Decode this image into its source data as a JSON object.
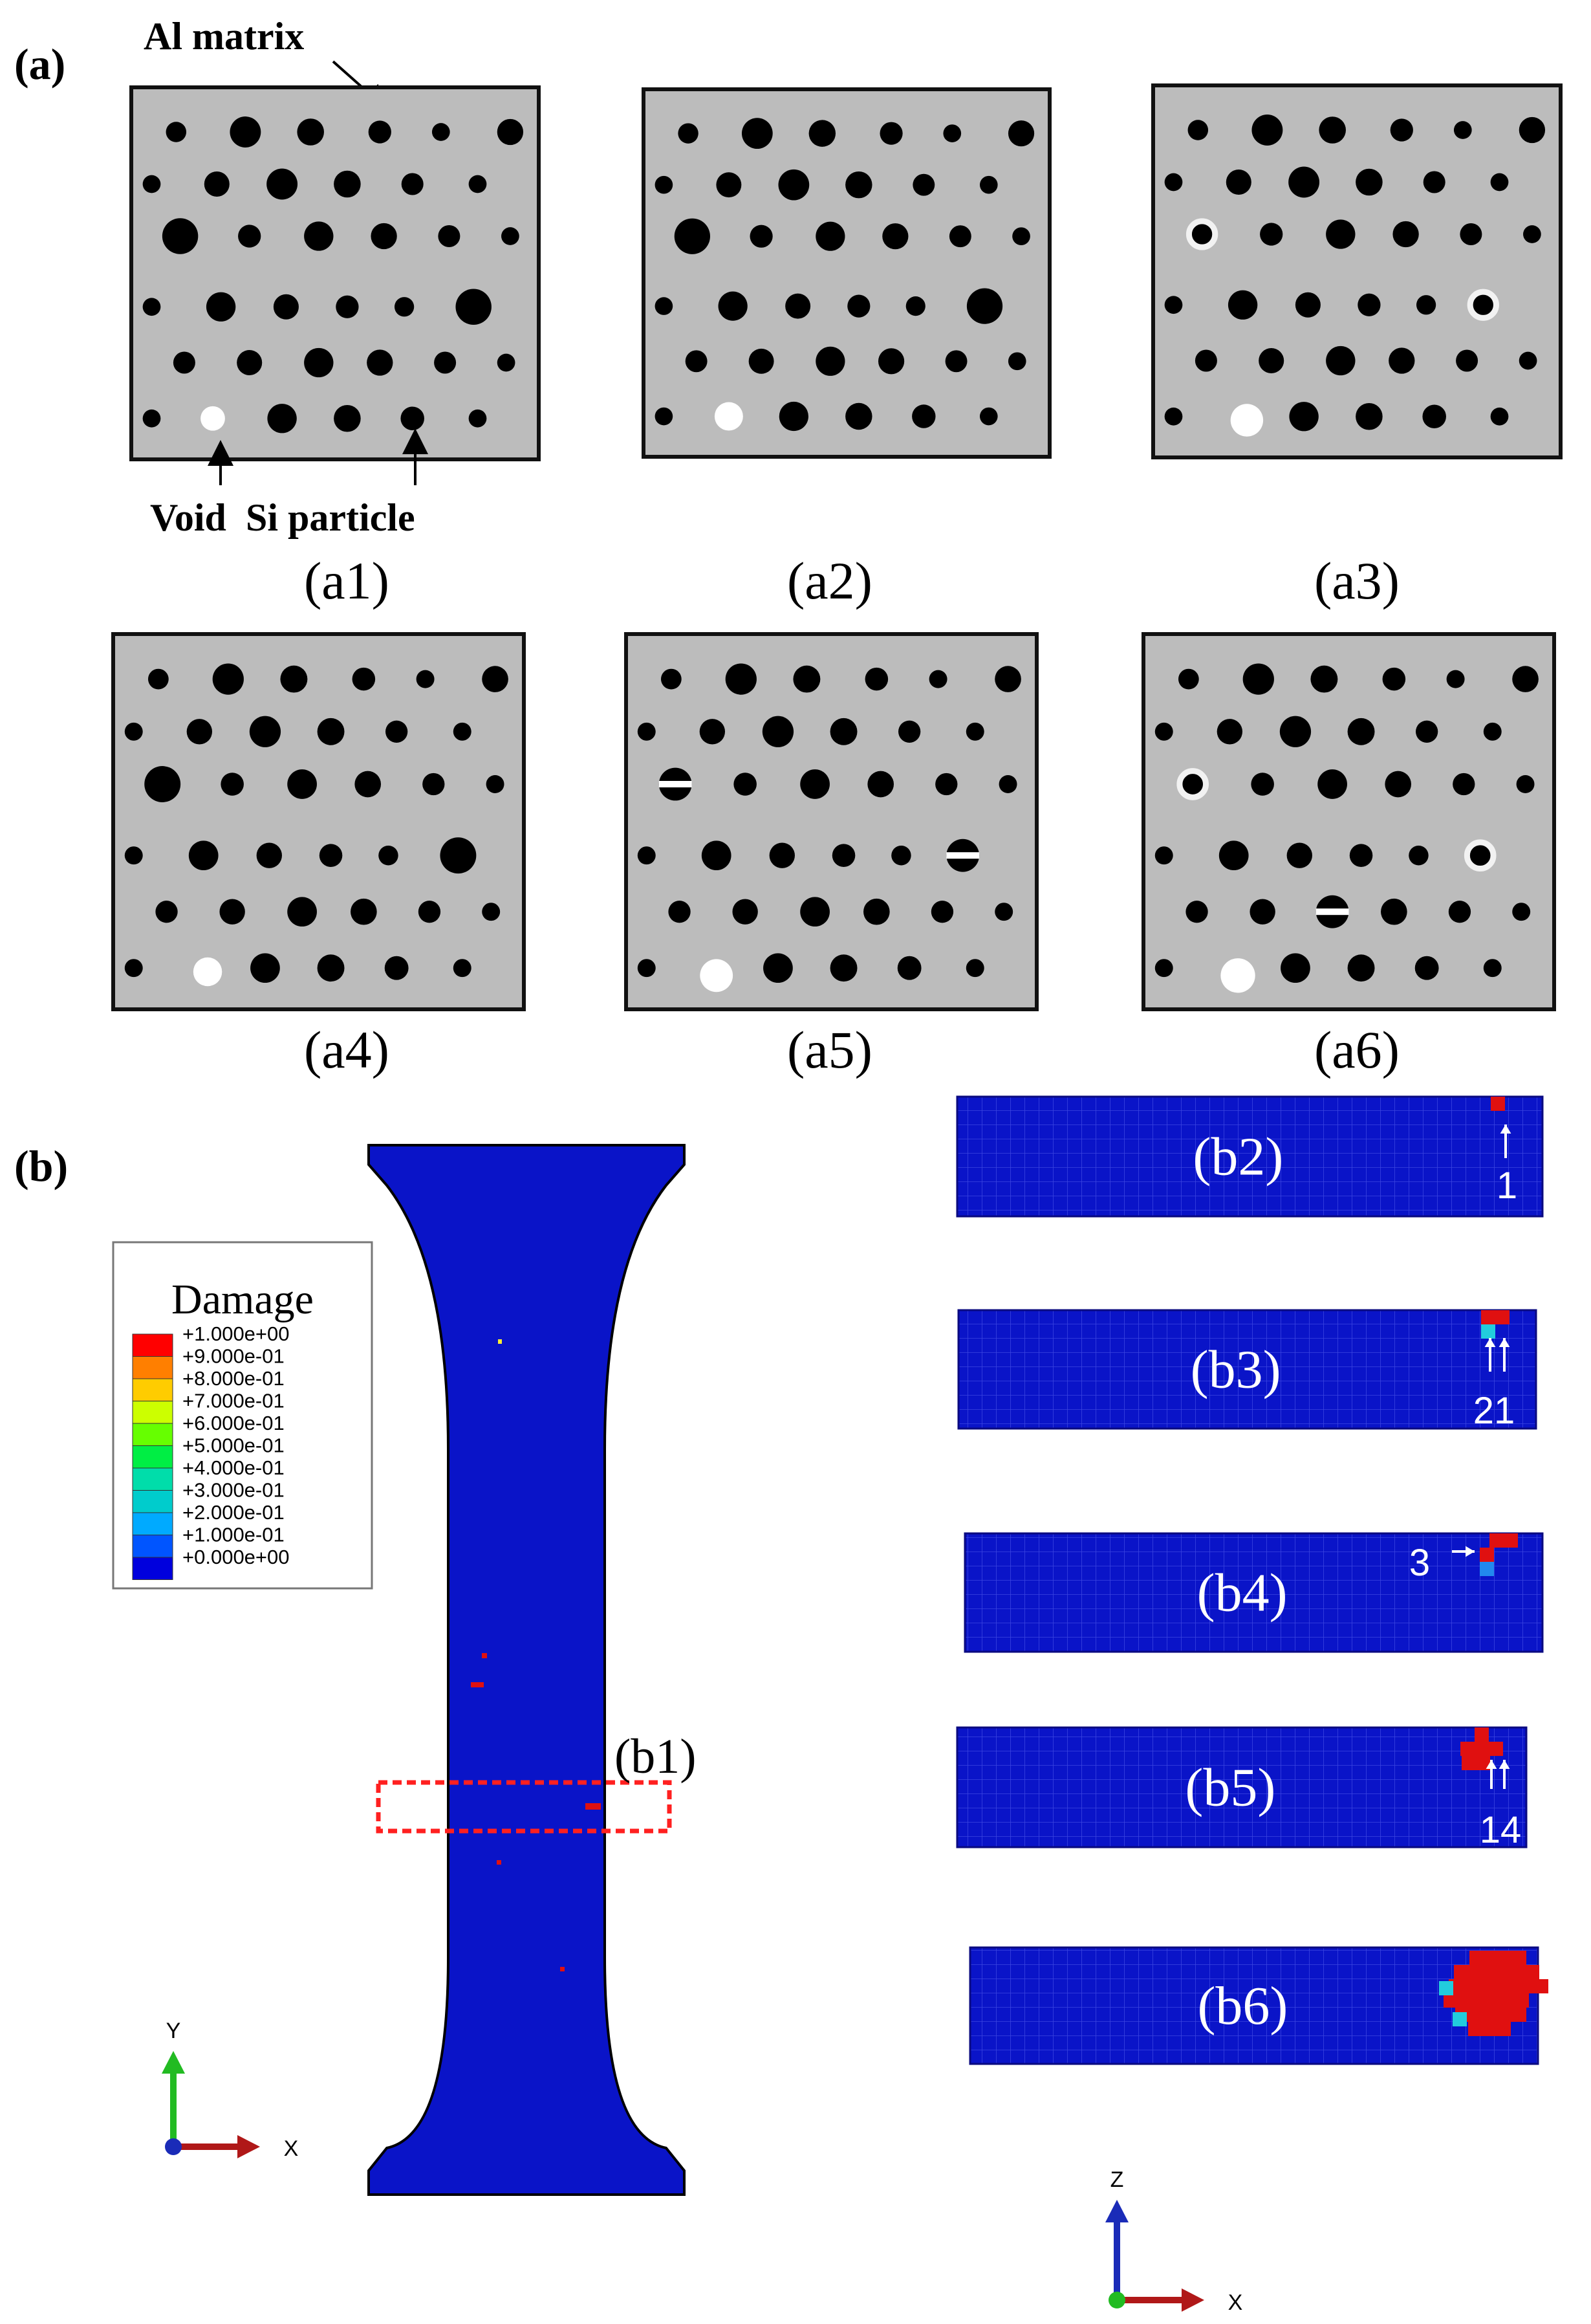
{
  "section_a": {
    "label": "(a)",
    "annotations": {
      "matrix": "Al matrix",
      "void": "Void",
      "particle": "Si particle"
    },
    "panels": [
      {
        "id": "a1",
        "caption": "(a1)"
      },
      {
        "id": "a2",
        "caption": "(a2)"
      },
      {
        "id": "a3",
        "caption": "(a3)"
      },
      {
        "id": "a4",
        "caption": "(a4)"
      },
      {
        "id": "a5",
        "caption": "(a5)"
      },
      {
        "id": "a6",
        "caption": "(a6)"
      }
    ]
  },
  "section_b": {
    "label": "(b)",
    "legend": {
      "title": "Damage",
      "entries": [
        "+1.000e+00",
        "+9.000e-01",
        "+8.000e-01",
        "+7.000e-01",
        "+6.000e-01",
        "+5.000e-01",
        "+4.000e-01",
        "+3.000e-01",
        "+2.000e-01",
        "+1.000e-01",
        "+0.000e+00"
      ],
      "colors": [
        "#ff0000",
        "#ff7f00",
        "#ffcc00",
        "#ccff00",
        "#66ff00",
        "#00ee44",
        "#00ddaa",
        "#00cccc",
        "#00aaff",
        "#0055ff",
        "#0000dd"
      ]
    },
    "specimen_region_label": "(b1)",
    "axes_main": {
      "vertical": "Y",
      "horizontal": "X"
    },
    "axes_small": {
      "vertical": "Z",
      "horizontal": "X"
    },
    "strips": [
      {
        "label": "(b2)",
        "marker": "1"
      },
      {
        "label": "(b3)",
        "marker": "21"
      },
      {
        "label": "(b4)",
        "marker": "3"
      },
      {
        "label": "(b5)",
        "marker": "14"
      },
      {
        "label": "(b6)",
        "marker": ""
      }
    ],
    "colors": {
      "mesh_blue": "#0a14c8",
      "damage_red": "#e01010",
      "matrix_gray": "#bcbcbc"
    }
  }
}
